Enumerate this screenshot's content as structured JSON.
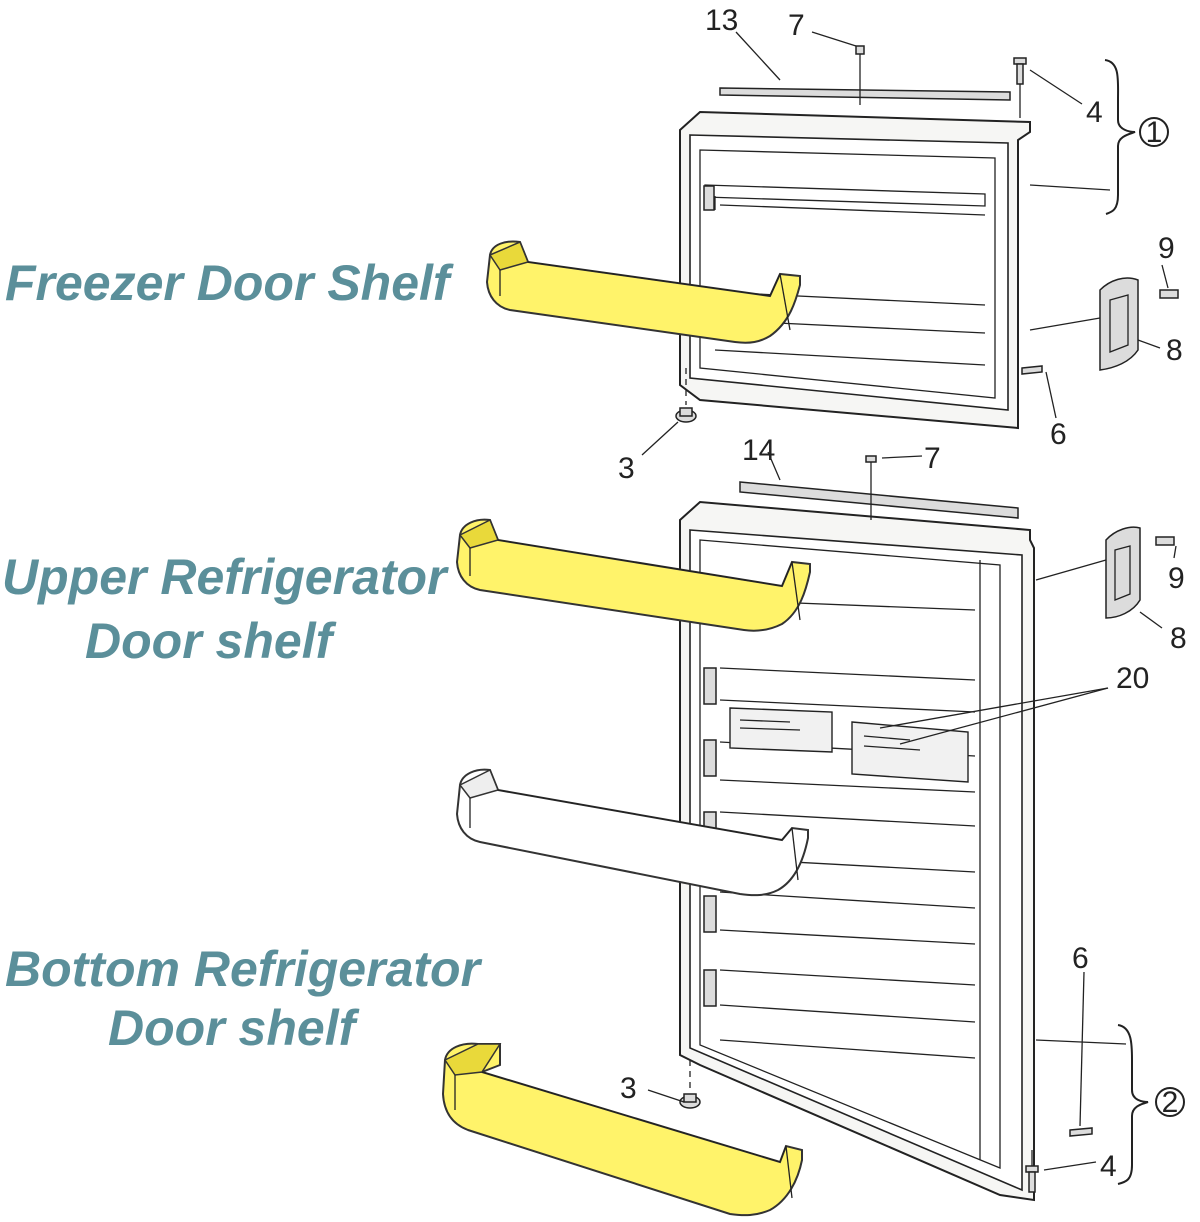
{
  "labels": {
    "freezer": "Freezer Door Shelf",
    "upper_line1": "Upper Refrigerator",
    "upper_line2": "Door shelf",
    "bottom_line1": "Bottom Refrigerator",
    "bottom_line2": "Door shelf"
  },
  "callouts": {
    "c13": "13",
    "c7_top": "7",
    "c4_top": "4",
    "c1": "1",
    "c9_top": "9",
    "c8_top": "8",
    "c6_top": "6",
    "c3_top": "3",
    "c14": "14",
    "c7_mid": "7",
    "c9_mid": "9",
    "c8_mid": "8",
    "c20": "20",
    "c6_bot": "6",
    "c3_bot": "3",
    "c2": "2",
    "c4_bot": "4"
  },
  "colors": {
    "label_text": "#5b8f9a",
    "highlight_shelf": "#fff36a"
  }
}
